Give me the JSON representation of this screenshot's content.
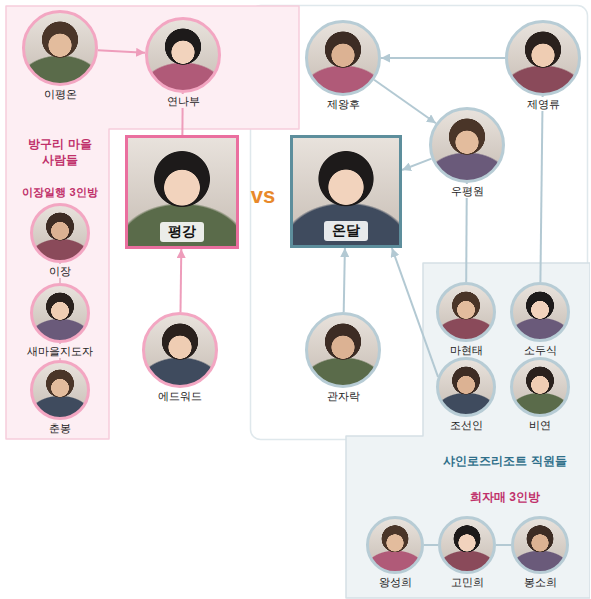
{
  "diagram": {
    "nodes": [
      {
        "text": [
          "방구리 마을 사람들"
        ]
      },
      {
        "text": [
          "이평온"
        ],
        "in": 0
      },
      {
        "text": [
          "연나부"
        ],
        "in": 0
      },
      {
        "text": [
          "이장"
        ],
        "in": 0
      },
      {
        "text": [
          "새마을지도자"
        ],
        "in": 0
      },
      {
        "text": [
          "춘봉"
        ],
        "in": 0
      },
      {
        "text": [
          "평강"
        ]
      },
      {
        "text": [
          "제왕후"
        ]
      },
      {
        "text": [
          "제영류"
        ]
      },
      {
        "text": [
          "우평원"
        ]
      },
      {
        "text": [
          "온달"
        ]
      },
      {
        "text": [
          "관자락"
        ]
      },
      {
        "text": [
          "샤인로즈리조트 직원들"
        ]
      },
      {
        "text": [
          "마현태"
        ],
        "in": 12
      },
      {
        "text": [
          "소두식"
        ],
        "in": 12
      },
      {
        "text": [
          "조선인"
        ],
        "in": 12
      },
      {
        "text": [
          "비연"
        ],
        "in": 12
      },
      {
        "text": [
          "왕성희"
        ],
        "in": 12
      },
      {
        "text": [
          "고민희"
        ],
        "in": 12
      },
      {
        "text": [
          "봉소희"
        ],
        "in": 12
      },
      {
        "text": [
          "에드워드"
        ]
      }
    ],
    "edges": [
      {
        "from": 1,
        "to": 2,
        "arrow": "to"
      },
      {
        "from": 2,
        "to": 6,
        "arrow": "none"
      },
      {
        "from": 20,
        "to": 6,
        "arrow": "to"
      },
      {
        "from": 3,
        "to": 4,
        "arrow": "none"
      },
      {
        "from": 4,
        "to": 5,
        "arrow": "none"
      },
      {
        "from": 8,
        "to": 7,
        "arrow": "to"
      },
      {
        "from": 7,
        "to": 9,
        "arrow": "to"
      },
      {
        "from": 9,
        "to": 10,
        "arrow": "to"
      },
      {
        "from": 11,
        "to": 10,
        "arrow": "to"
      },
      {
        "from": 13,
        "to": 9,
        "arrow": "to"
      },
      {
        "from": 14,
        "to": 8,
        "arrow": "to"
      },
      {
        "from": 15,
        "to": 10,
        "arrow": "to"
      },
      {
        "from": 17,
        "to": 18,
        "arrow": "none"
      },
      {
        "from": 18,
        "to": 19,
        "arrow": "none"
      }
    ],
    "labels": [
      "이장일행 3인방",
      "vs",
      "희자매 3인방"
    ]
  }
}
